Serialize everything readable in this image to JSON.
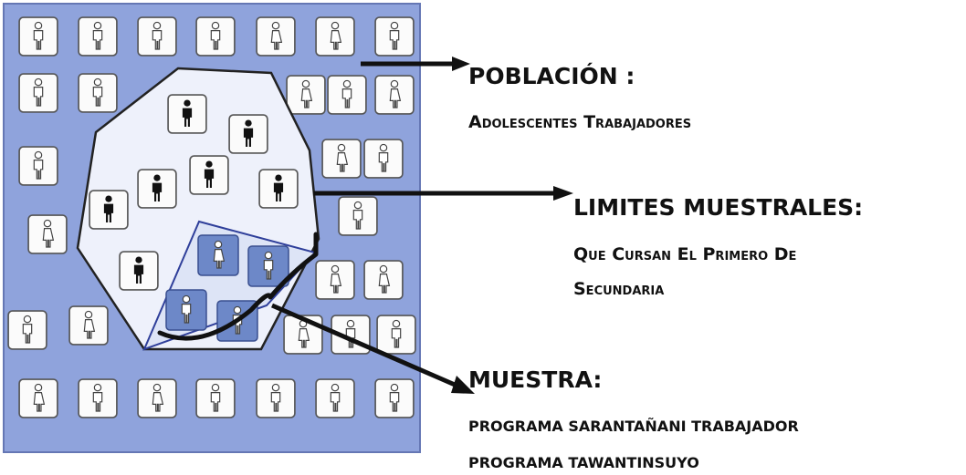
{
  "labels": {
    "poblacion_title": "POBLACIÓN :",
    "poblacion_desc": "Adolescentes Trabajadores",
    "limites_title": "LIMITES MUESTRALES:",
    "limites_desc_1": "Que Cursan El Primero De",
    "limites_desc_2": "Secundaria",
    "muestra_title": "MUESTRA:",
    "muestra_desc_1": "PROGRAMA SARANTAÑANI TRABAJADOR",
    "muestra_desc_2": "PROGRAMA TAWANTINSUYO"
  },
  "colors": {
    "panel": "#8fa3dc",
    "panel_border": "#6577b4",
    "region": "#eef1fb",
    "sample_tile": "#6d88c8",
    "figure_dark": "#111111",
    "figure_outline": "#555555",
    "arrow": "#111111"
  },
  "icons": {
    "person_outline": "person-outline-icon",
    "person_solid": "person-solid-icon",
    "person_sample": "person-sample-icon"
  }
}
